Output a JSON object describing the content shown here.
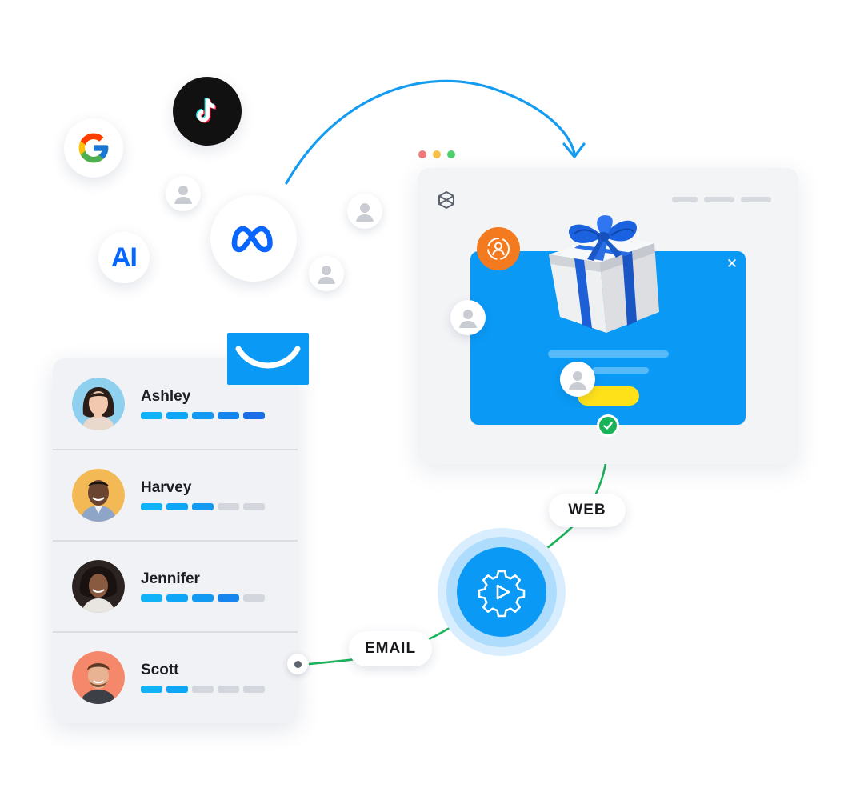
{
  "labels": {
    "ai": "AI",
    "web": "WEB",
    "email": "EMAIL"
  },
  "contacts": [
    {
      "name": "Ashley",
      "progress": 5,
      "total": 5
    },
    {
      "name": "Harvey",
      "progress": 3,
      "total": 5
    },
    {
      "name": "Jennifer",
      "progress": 4,
      "total": 5
    },
    {
      "name": "Scott",
      "progress": 2,
      "total": 5
    }
  ],
  "icons": {
    "google": "google-logo-icon",
    "tiktok": "tiktok-logo-icon",
    "meta": "meta-logo-icon",
    "mail": "getresponse-mail-icon",
    "brand": "app-logo-icon",
    "automation": "automation-gear-play-icon",
    "segment": "user-refresh-icon",
    "check": "check-icon",
    "close": "close-icon",
    "gift": "gift-box-icon"
  },
  "colors": {
    "accent": "#0a9af6",
    "accent_dark": "#1b6ee8",
    "success": "#19b35a",
    "orange": "#f47a1f",
    "cta": "#ffe11a",
    "arrow": "#149bf2",
    "window_dot_red": "#f07a7a",
    "window_dot_yellow": "#f7c04a",
    "window_dot_green": "#4fcf6d"
  }
}
